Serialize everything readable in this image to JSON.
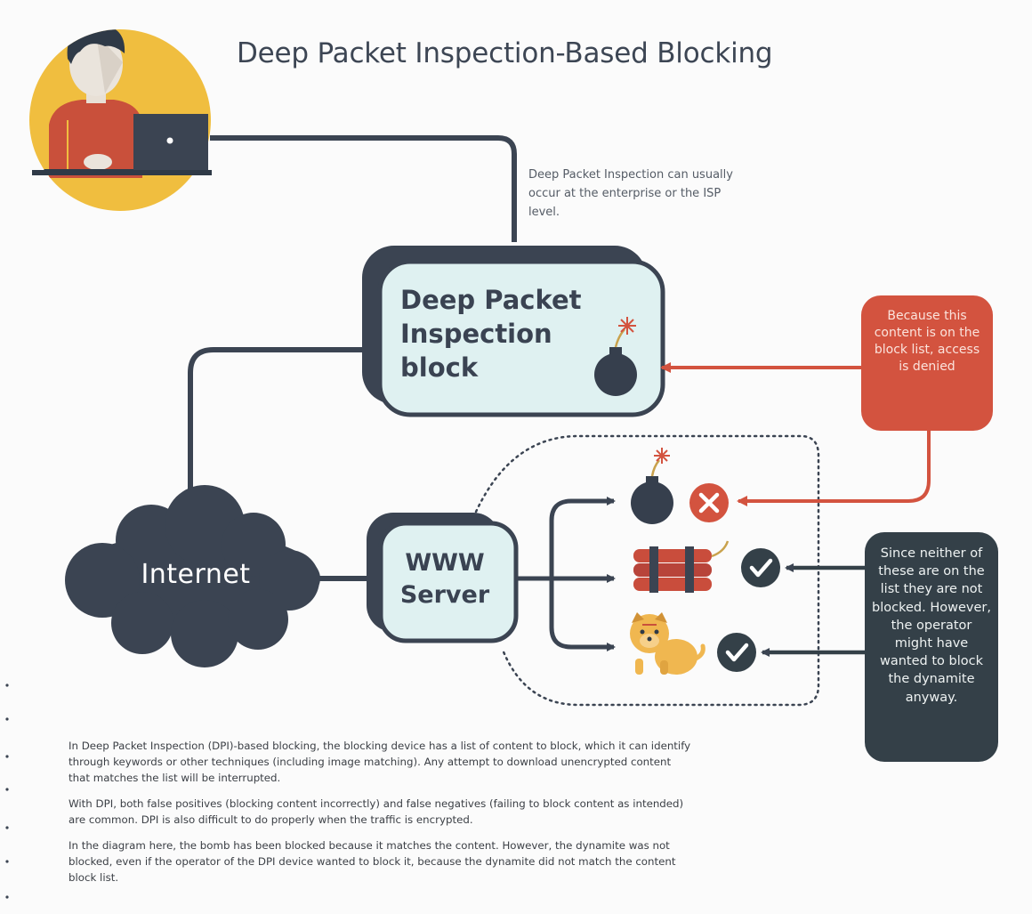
{
  "title": "Deep Packet Inspection-Based Blocking",
  "note": "Deep Packet Inspection can usually occur at the enterprise or the ISP level.",
  "nodes": {
    "dpi_block": "Deep Packet Inspection block",
    "www_server": "WWW Server",
    "internet": "Internet"
  },
  "callouts": {
    "blocked": "Because this content is on the block list, access is denied",
    "not_blocked": "Since neither of these are on the list they are not blocked. However, the operator might have wanted to block the dynamite anyway."
  },
  "content_items": [
    {
      "icon": "bomb-icon",
      "status": "blocked",
      "status_icon": "x-circle-icon"
    },
    {
      "icon": "dynamite-icon",
      "status": "allowed",
      "status_icon": "check-circle-icon"
    },
    {
      "icon": "dog-icon",
      "status": "allowed",
      "status_icon": "check-circle-icon"
    }
  ],
  "description": [
    "In Deep Packet Inspection (DPI)-based blocking, the blocking device has a list of content to block, which it can identify through keywords or other techniques (including image matching). Any attempt to download unencrypted content that matches the list will be interrupted.",
    "With DPI, both false positives (blocking content incorrectly) and false negatives (failing to block content as intended) are common. DPI is also difficult to do properly when the traffic is encrypted.",
    "In the diagram here, the bomb has been blocked because it matches the content. However, the dynamite was not blocked, even if the operator of the DPI device wanted to block it, because the dynamite did not match the content block list."
  ],
  "colors": {
    "dark": "#3b4452",
    "panel": "#dff1f1",
    "red": "#d3533f",
    "callout_dark": "#344048",
    "avatar_bg": "#f0be3f",
    "shirt": "#c9503b",
    "dynamite": "#c94d3c",
    "dog": "#f0b750"
  }
}
